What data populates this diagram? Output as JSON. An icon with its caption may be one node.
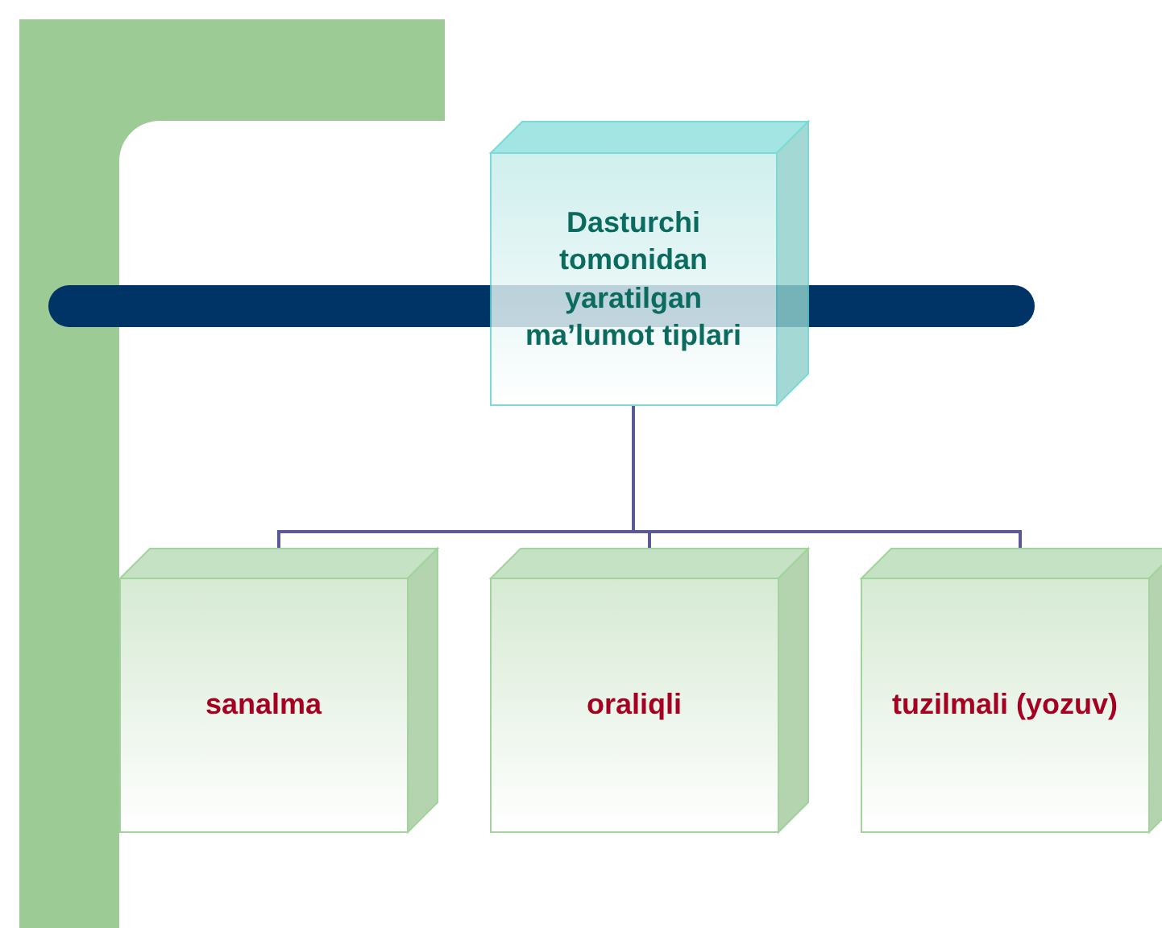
{
  "diagram": {
    "nodes": [
      {
        "text": [
          "Dasturchi tomonidan yaratilgan ma’lumot tiplari"
        ]
      },
      {
        "text": [
          "sanalma"
        ]
      },
      {
        "text": [
          "oraliqli"
        ]
      },
      {
        "text": [
          "tuzilmali (yozuv)"
        ]
      }
    ],
    "edges": [
      {
        "from": 0,
        "to": 1,
        "arrow": "none"
      },
      {
        "from": 0,
        "to": 2,
        "arrow": "none"
      },
      {
        "from": 0,
        "to": 3,
        "arrow": "none"
      }
    ]
  }
}
